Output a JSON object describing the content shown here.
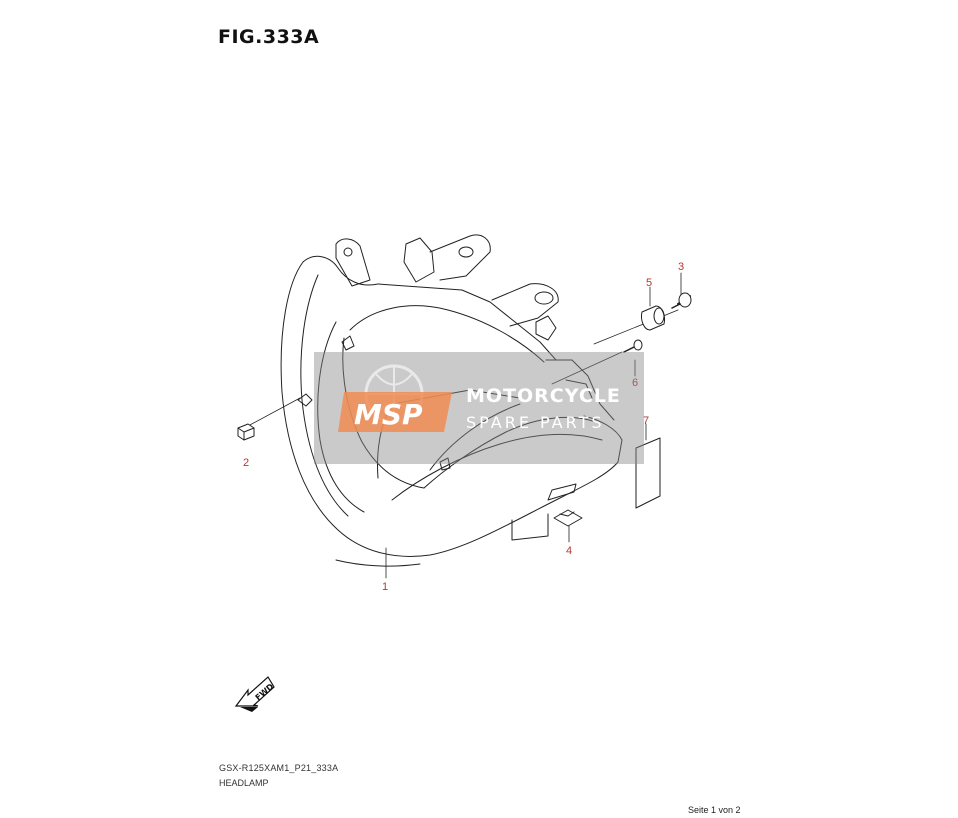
{
  "figure": {
    "title": "FIG.333A",
    "model_code": "GSX-R125XAM1_P21_333A",
    "section_name": "HEADLAMP"
  },
  "callouts": [
    "1",
    "2",
    "3",
    "4",
    "5",
    "6",
    "7"
  ],
  "fwd_label": "FWD",
  "watermark": {
    "badge": "MSP",
    "line1": "MOTORCYCLE",
    "line2": "SPARE PARTS"
  },
  "page_info": "Seite 1 von 2",
  "colors": {
    "callout": "#b03a2e",
    "watermark_orange": "#f28c52",
    "line": "#222222"
  }
}
